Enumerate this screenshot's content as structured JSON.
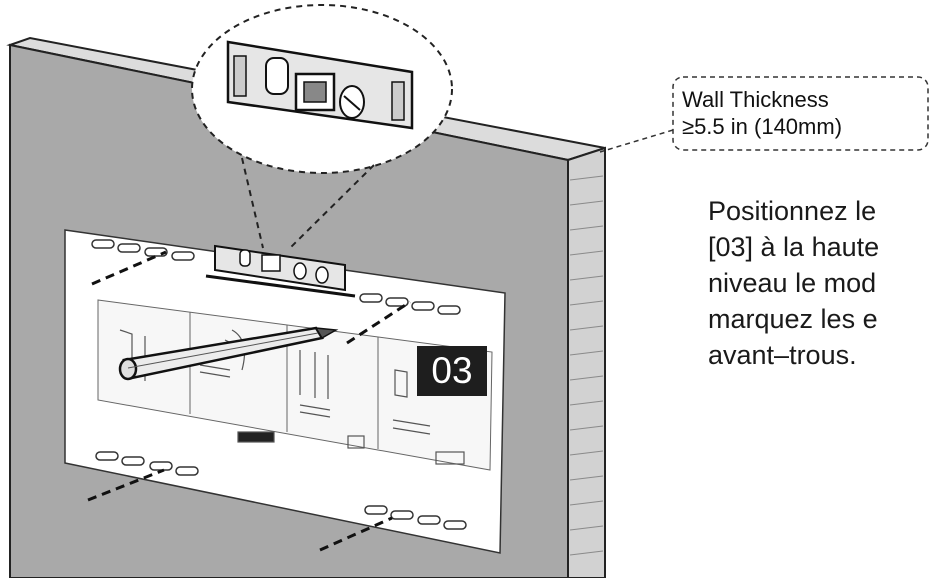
{
  "callout": {
    "line1": "Wall Thickness",
    "line2": "≥5.5 in (140mm)"
  },
  "instructions": {
    "lines": [
      "Positionnez le",
      "[03] à la haute",
      "niveau le mod",
      "marquez les e",
      "avant–trous."
    ]
  },
  "template_badge": "03",
  "colors": {
    "wall": "#a9a9a9",
    "wall_top": "#d8d8d8",
    "brick": "#cfcfcf",
    "template": "#ffffff",
    "level": "#e6e6e6",
    "line": "#1a1a1a"
  },
  "icons": [
    "spirit-level-icon",
    "pencil-icon",
    "drill-hole-marks"
  ]
}
